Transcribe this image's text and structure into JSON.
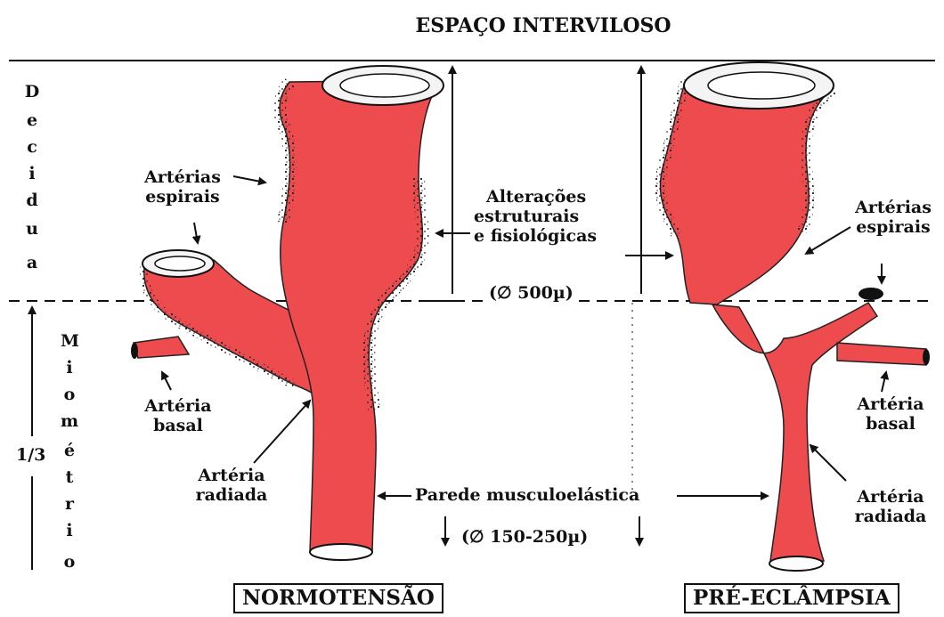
{
  "title": "ESPAÇO INTERVILOSO",
  "left_axis": {
    "decidua_letters": [
      "D",
      "e",
      "c",
      "i",
      "d",
      "u",
      "a"
    ],
    "miometrio_letters": [
      "M",
      "i",
      "o",
      "m",
      "é",
      "t",
      "r",
      "i",
      "o"
    ],
    "fraction": "1/3"
  },
  "labels": {
    "arterias_espirais_left": [
      "Artérias",
      "espirais"
    ],
    "arteria_basal_left": [
      "Artéria",
      "basal"
    ],
    "arteria_radiada_left": [
      "Artéria",
      "radiada"
    ],
    "alteracoes": [
      "Alterações",
      "estruturais",
      "e fisiológicas"
    ],
    "diameter_500": "(∅ 500µ)",
    "parede": "Parede musculoelástica",
    "diameter_150_250": "(∅ 150-250µ)",
    "arterias_espirais_right": [
      "Artérias",
      "espirais"
    ],
    "arteria_basal_right": [
      "Artéria",
      "basal"
    ],
    "arteria_radiada_right": [
      "Artéria",
      "radiada"
    ]
  },
  "panels": {
    "left": "NORMOTENSÃO",
    "right": "PRÉ-ECLÂMPSIA"
  },
  "colors": {
    "vessel": "#ee4b4f",
    "ink": "#111111"
  }
}
